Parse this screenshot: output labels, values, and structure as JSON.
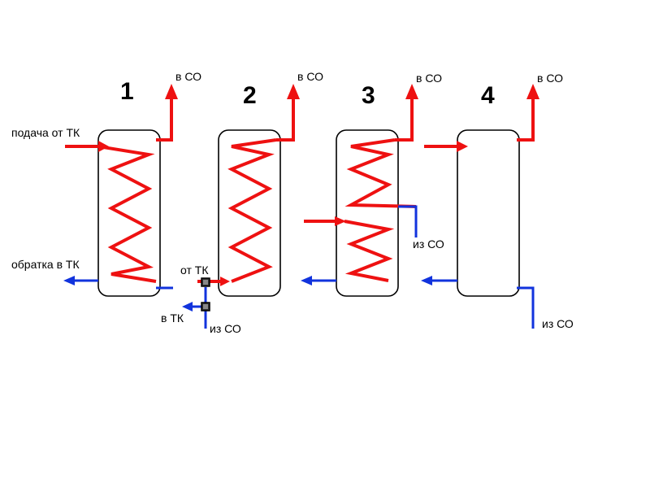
{
  "tanks": [
    {
      "number": "1",
      "top_label": "в СО"
    },
    {
      "number": "2",
      "top_label": "в СО"
    },
    {
      "number": "3",
      "top_label": "в СО"
    },
    {
      "number": "4",
      "top_label": "в СО"
    }
  ],
  "labels": {
    "supply_from_tk": "подача от ТК",
    "return_to_tk": "обратка в ТК",
    "from_tk": "от ТК",
    "to_tk": "в ТК",
    "from_so_valve": "из СО",
    "from_so_tank3": "из СО",
    "from_so_tank4": "из СО"
  },
  "colors": {
    "supply": "#ee1111",
    "return": "#1133dd",
    "tank_outline": "#000000"
  }
}
